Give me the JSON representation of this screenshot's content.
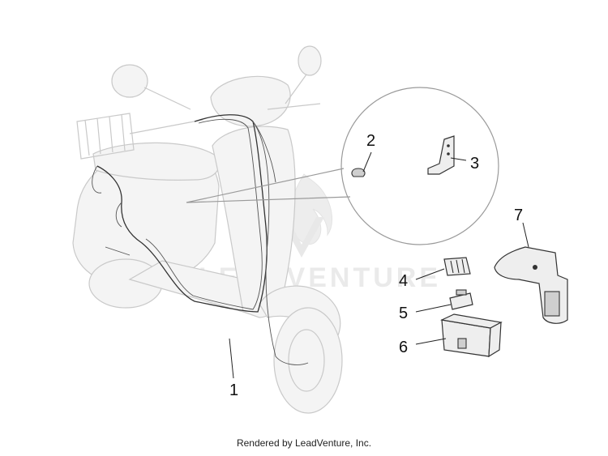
{
  "watermark": {
    "brand_text": "LEADVENTURE"
  },
  "callouts": [
    {
      "number": "1",
      "part": "main-wiring-harness"
    },
    {
      "number": "2",
      "part": "clip"
    },
    {
      "number": "3",
      "part": "bracket"
    },
    {
      "number": "4",
      "part": "connector"
    },
    {
      "number": "5",
      "part": "fuse"
    },
    {
      "number": "6",
      "part": "fuse-box"
    },
    {
      "number": "7",
      "part": "cover"
    }
  ],
  "footer": {
    "text": "Rendered by LeadVenture, Inc."
  }
}
